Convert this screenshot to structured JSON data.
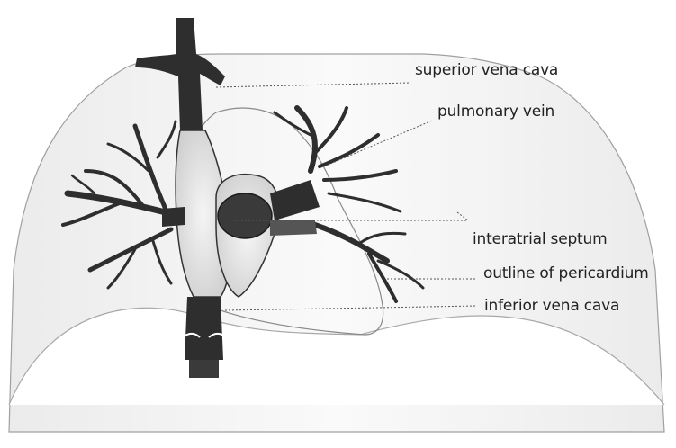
{
  "labels": {
    "superior_vena_cava": "superior vena cava",
    "pulmonary_vein": "pulmonary vein",
    "interatrial_septum": "interatrial septum",
    "outline_of_pericardium": "outline of pericardium",
    "inferior_vena_cava": "inferior vena cava"
  },
  "colors": {
    "vessel": "#2e2e2e",
    "lung_outline": "#9a9a9a",
    "lung_shade": "#f2f2f2",
    "leader_line": "#555555"
  }
}
